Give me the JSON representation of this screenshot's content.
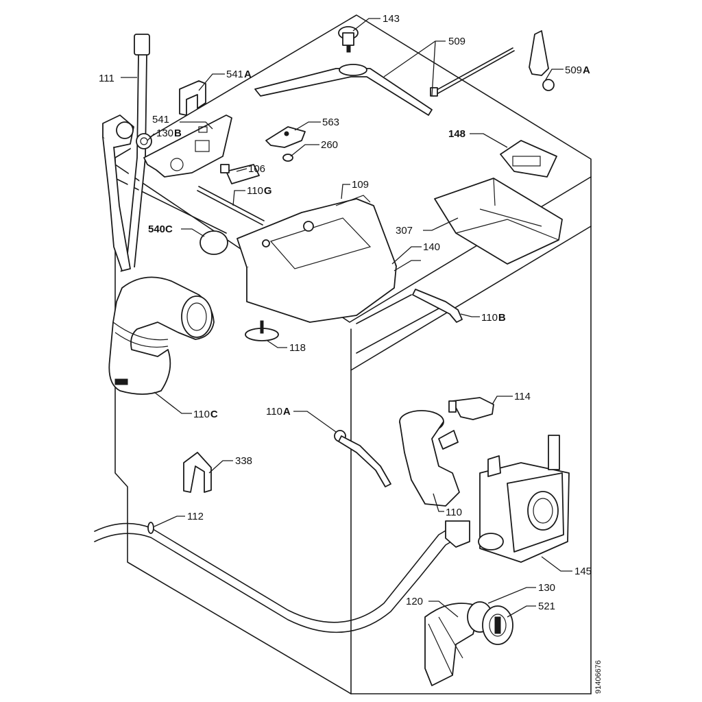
{
  "diagram": {
    "document_number": "91406676",
    "colors": {
      "ink": "#1a1a1a",
      "paper": "#ffffff"
    },
    "labels": {
      "l111": "111",
      "l541A": "541",
      "l541A_suffix": "A",
      "l143": "143",
      "l509": "509",
      "l509A": "509",
      "l509A_suffix": "A",
      "l541": "541",
      "l130B": "130",
      "l130B_suffix": "B",
      "l563": "563",
      "l260": "260",
      "l106": "106",
      "l148": "148",
      "l110G": "110",
      "l110G_suffix": "G",
      "l109": "109",
      "l540C": "540C",
      "l307": "307",
      "l140": "140",
      "l110B": "110",
      "l110B_suffix": "B",
      "l118": "118",
      "l110C": "110",
      "l110C_suffix": "C",
      "l114": "114",
      "l110A": "110",
      "l110A_suffix": "A",
      "l338": "338",
      "l110": "110",
      "l112": "112",
      "l145": "145",
      "l130": "130",
      "l120": "120",
      "l521": "521"
    }
  }
}
